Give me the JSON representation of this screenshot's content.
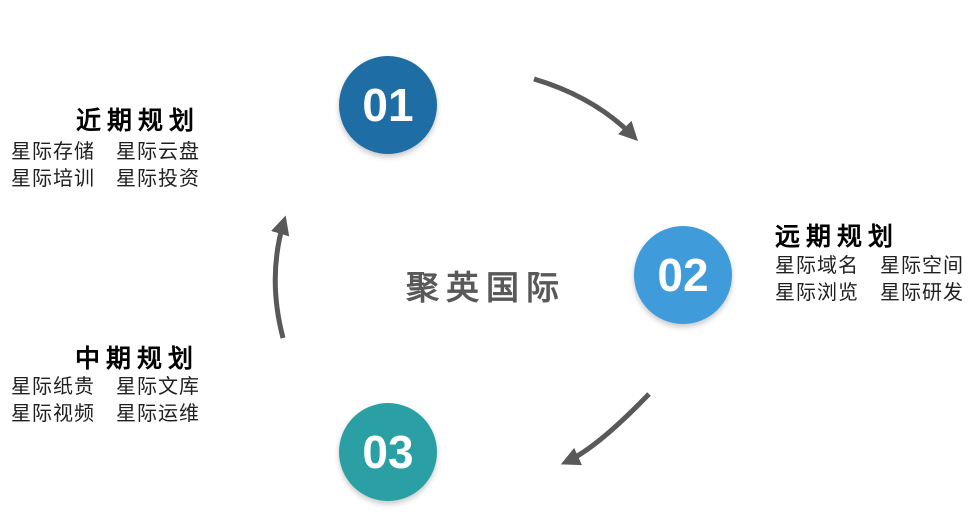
{
  "center": {
    "title": "聚英国际"
  },
  "colors": {
    "step1": "#1E6DA4",
    "step2": "#3F9BDA",
    "step3": "#2AA0A5",
    "arrow": "#595959",
    "center_title": "#595959",
    "heading_text": "#000000",
    "item_text": "#1F1F1F"
  },
  "plans": [
    {
      "number": "01",
      "title": "近期规划",
      "items": [
        "星际存储",
        "星际云盘",
        "星际培训",
        "星际投资"
      ]
    },
    {
      "number": "02",
      "title": "远期规划",
      "items": [
        "星际域名",
        "星际空间",
        "星际浏览",
        "星际研发"
      ]
    },
    {
      "number": "03",
      "title": "中期规划",
      "items": [
        "星际纸贵",
        "星际文库",
        "星际视频",
        "星际运维"
      ]
    }
  ],
  "icons": {
    "arrow_step1_to_step2": "curved-arrow-down-right",
    "arrow_step2_to_step3": "curved-arrow-down-left",
    "arrow_step3_to_step1": "curved-arrow-up"
  }
}
